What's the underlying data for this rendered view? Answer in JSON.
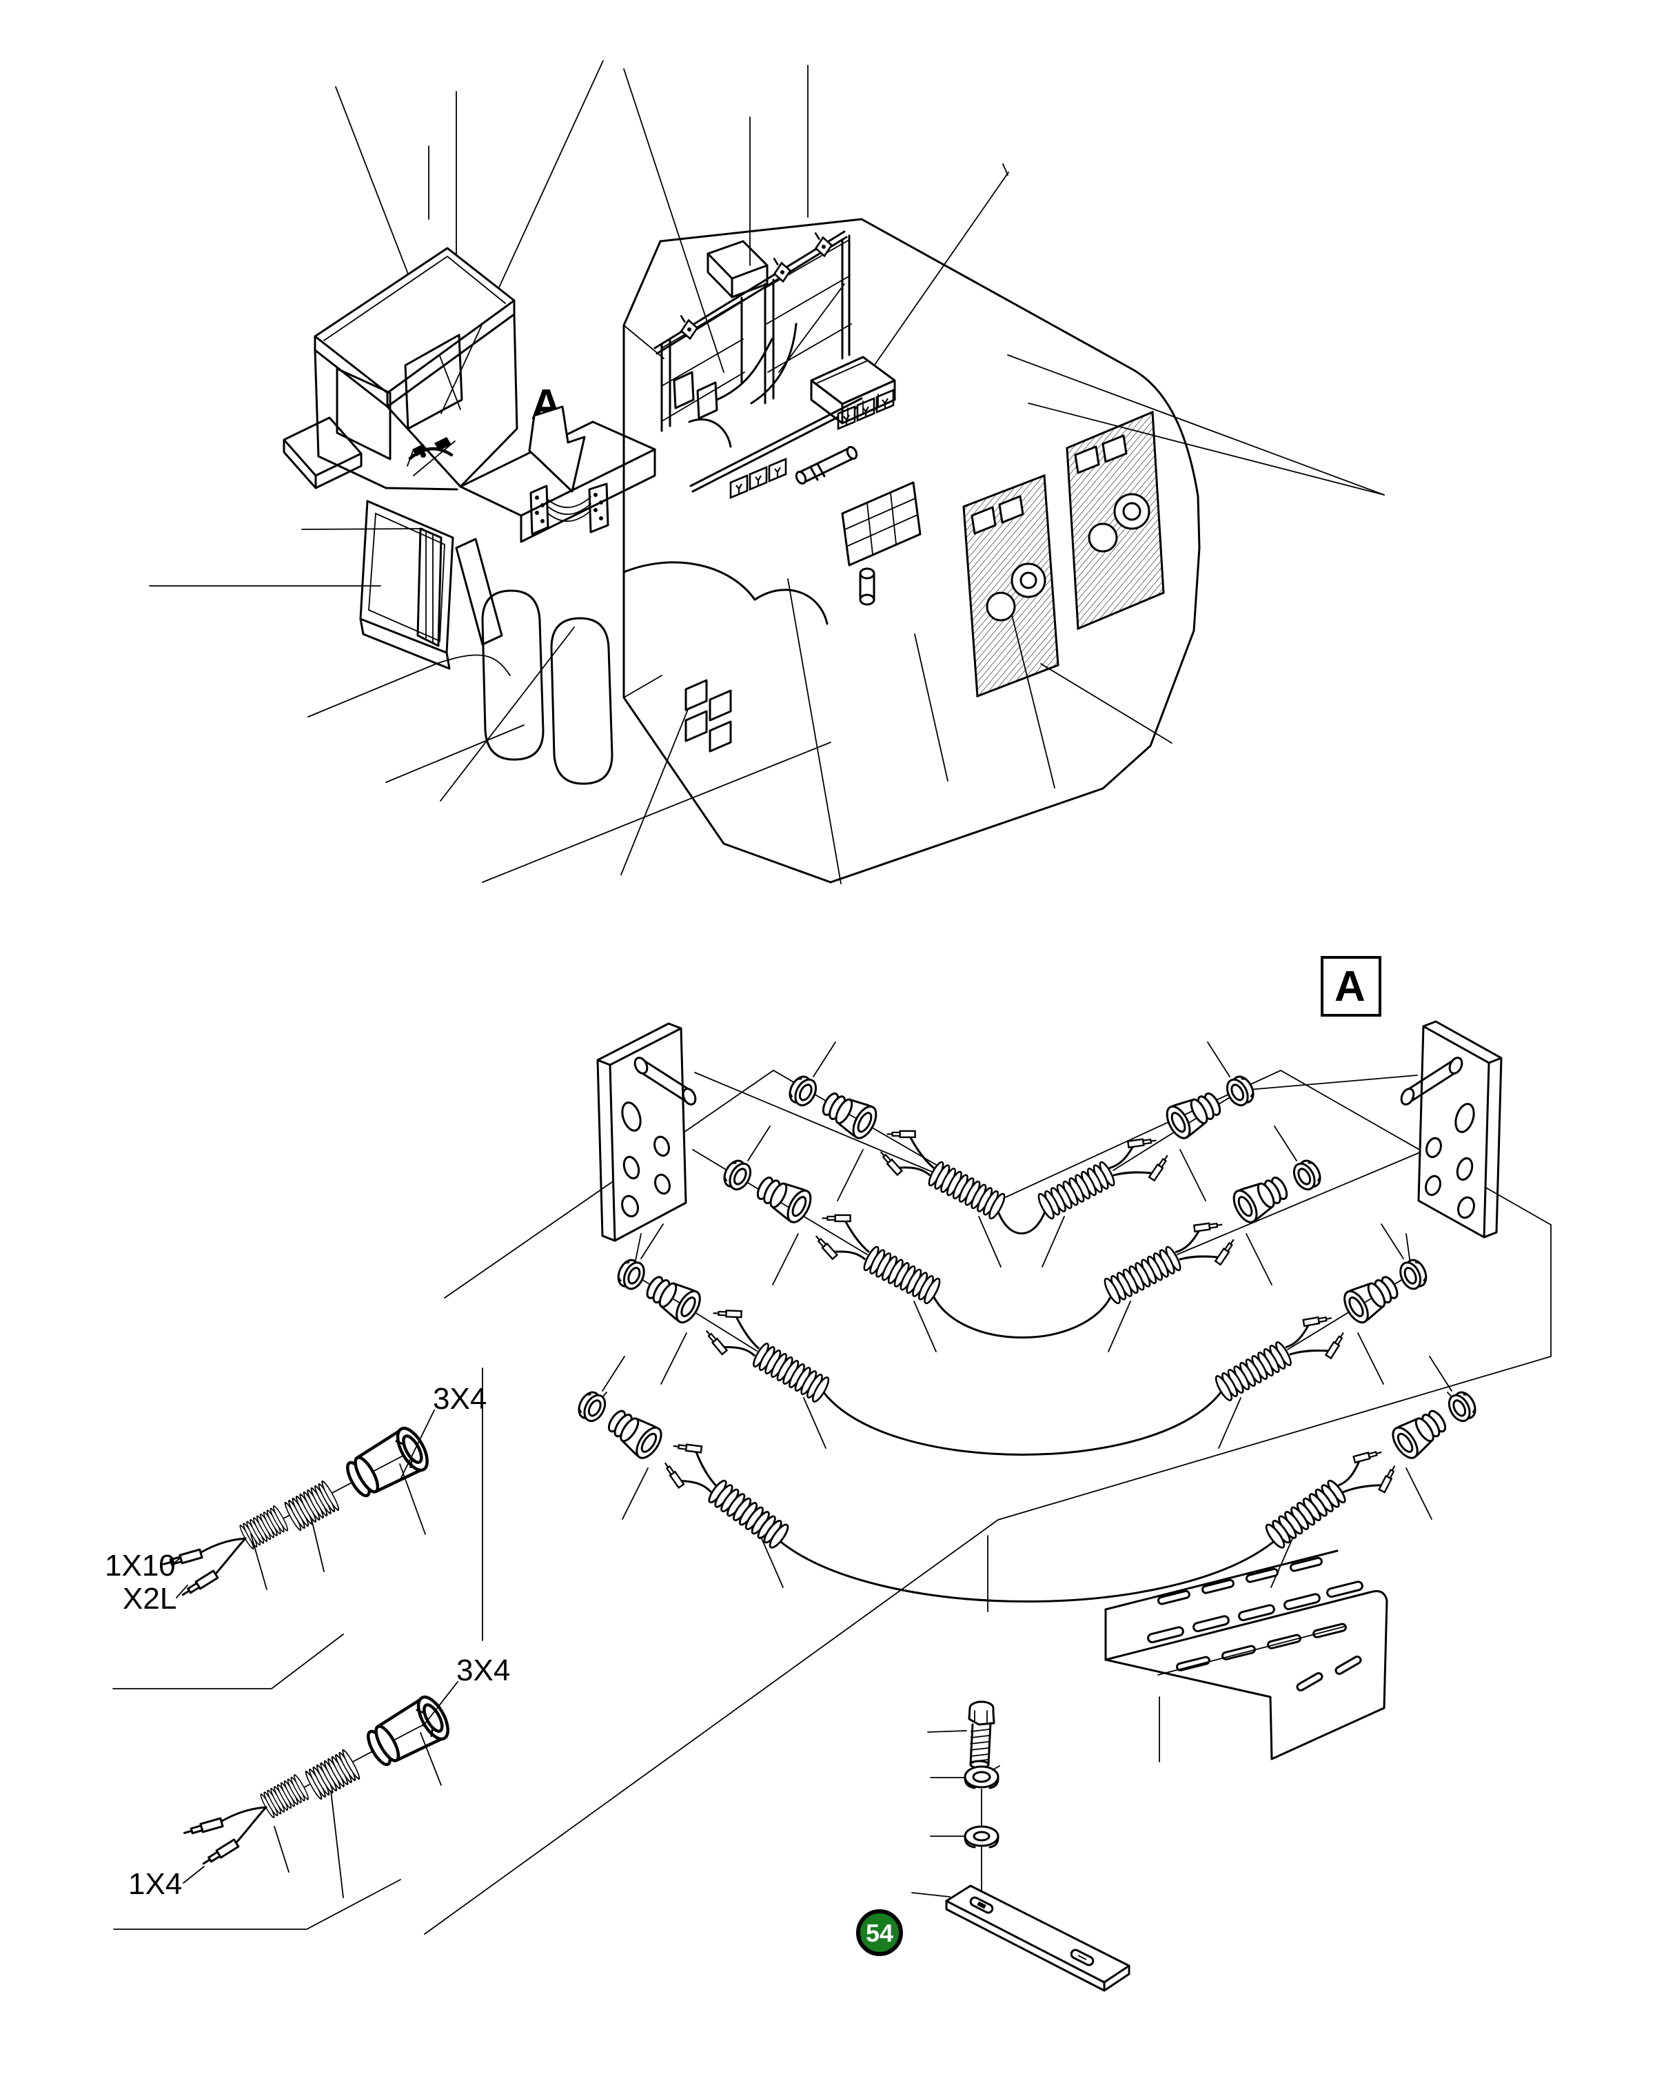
{
  "colors": {
    "line": "#000000",
    "background": "#ffffff",
    "badge_fill": "#177d1f",
    "badge_stroke": "#000000",
    "badge_text_color": "#ffffff"
  },
  "overview": {
    "description": "isometric cutaway of machine room with cab",
    "detail_marker_label": "A"
  },
  "detail_view": {
    "frame_label": "A"
  },
  "connector_details": [
    {
      "size_label": "3X4",
      "wire_labels": [
        "1X10",
        "X2L"
      ]
    },
    {
      "size_label": "3X4",
      "wire_labels": [
        "1X4"
      ]
    }
  ],
  "callouts": {
    "item_number": "54"
  }
}
